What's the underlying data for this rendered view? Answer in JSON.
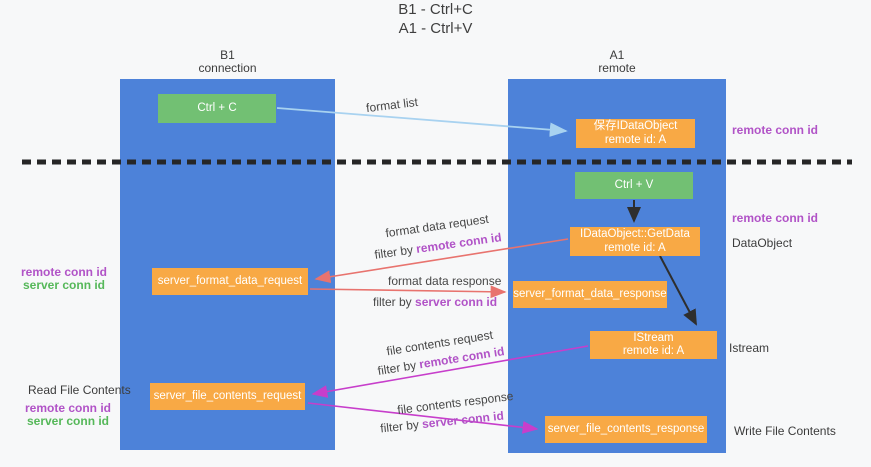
{
  "title": {
    "line1": "B1 - Ctrl+C",
    "line2": "A1 - Ctrl+V"
  },
  "lifelines": {
    "left": {
      "name": "B1",
      "role": "connection"
    },
    "right": {
      "name": "A1",
      "role": "remote"
    }
  },
  "nodes": {
    "ctrl_c": {
      "label": "Ctrl + C"
    },
    "ctrl_v": {
      "label": "Ctrl + V"
    },
    "save_dataobject": {
      "line1": "保存IDataObject",
      "line2": "remote id: A"
    },
    "getdata": {
      "line1": "IDataObject::GetData",
      "line2": "remote id: A"
    },
    "istream": {
      "line1": "IStream",
      "line2": "remote id: A"
    },
    "format_request": {
      "label": "server_format_data_request"
    },
    "format_response": {
      "label": "server_format_data_response"
    },
    "file_request": {
      "label": "server_file_contents_request"
    },
    "file_response": {
      "label": "server_file_contents_response"
    }
  },
  "flows": {
    "format_list": {
      "label": "format list"
    },
    "format_data_request": {
      "label": "format data request",
      "filter_prefix": "filter by ",
      "filter_id": "remote conn id"
    },
    "format_data_response": {
      "label": "format data response",
      "filter_prefix": "filter by ",
      "filter_id": "server conn id"
    },
    "file_contents_request": {
      "label": "file contents request",
      "filter_prefix": "filter by ",
      "filter_id": "remote conn id"
    },
    "file_contents_response": {
      "label": "file contents response",
      "filter_prefix": "filter by ",
      "filter_id": "server conn id"
    }
  },
  "annotations": {
    "right_top": "remote conn id",
    "right_mid": "remote conn id",
    "dataobject": "DataObject",
    "istream": "Istream",
    "write_file": "Write File Contents",
    "read_file": "Read File Contents",
    "left_mid": {
      "line1": "remote conn id",
      "line2": "server conn id"
    },
    "left_bottom": {
      "line1": "remote conn id",
      "line2": "server conn id"
    }
  },
  "colors": {
    "lifeline_blue": "#4d82d9",
    "action_green": "#72c073",
    "message_orange": "#f8a945",
    "arrow_lightblue": "#a8d2f0",
    "arrow_salmon": "#e8736e",
    "arrow_magenta": "#c73ecb",
    "arrow_black": "#2e2e2e",
    "text_purple": "#b153c7",
    "text_green": "#56b85a",
    "text_dark": "#3c3c3c",
    "background": "#f7f8f9"
  }
}
